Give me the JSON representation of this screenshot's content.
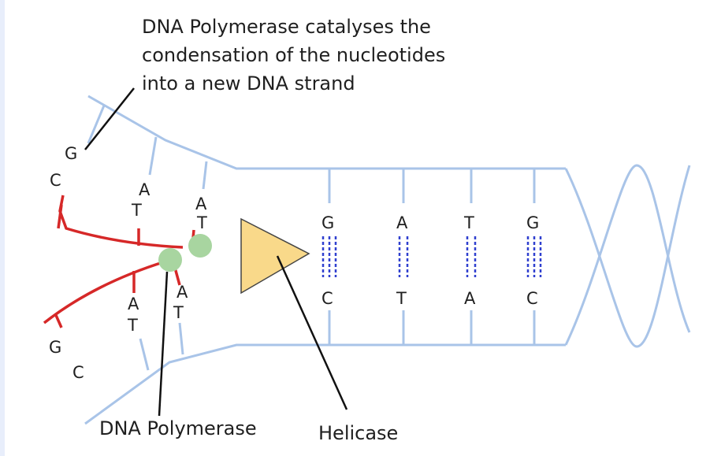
{
  "annotation": {
    "line1": "DNA Polymerase catalyses the",
    "line2": "condensation of the nucleotides",
    "line3": "into a new DNA strand"
  },
  "labels": {
    "polymerase": "DNA Polymerase",
    "helicase": "Helicase"
  },
  "bases": {
    "fork_upper": [
      "G",
      "C",
      "A",
      "T",
      "A",
      "T"
    ],
    "fork_lower": [
      "A",
      "T",
      "A",
      "T",
      "G",
      "C"
    ],
    "pairs": [
      {
        "top": "G",
        "bottom": "C"
      },
      {
        "top": "A",
        "bottom": "T"
      },
      {
        "top": "T",
        "bottom": "A"
      },
      {
        "top": "G",
        "bottom": "C"
      }
    ]
  },
  "colors": {
    "strand": "#a9c4e8",
    "new_strand": "#d62828",
    "polymerase": "#a8d5a0",
    "helicase_fill": "#f9d98a",
    "hbond": "#2f3fcf",
    "pointer": "#111111"
  }
}
